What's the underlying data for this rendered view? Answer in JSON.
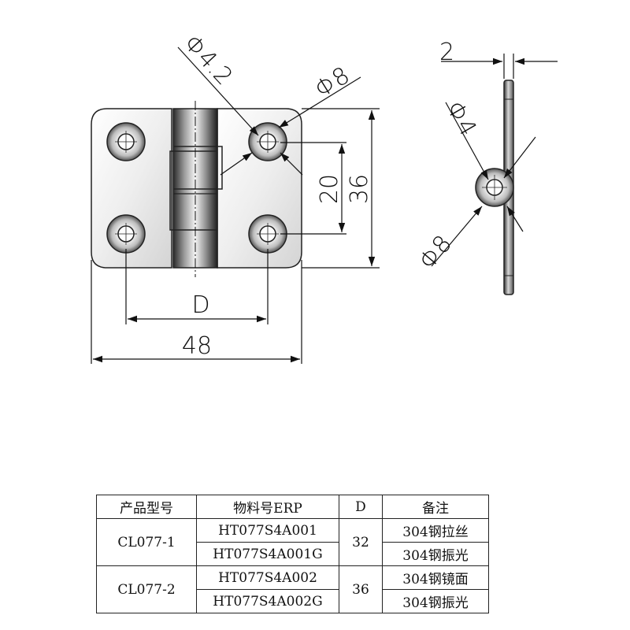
{
  "drawing": {
    "dim_hole_diameter_front": "Φ4.2",
    "dim_countersink_front": "Φ8",
    "dim_hole_spacing_v": "20",
    "dim_height": "36",
    "dim_hole_spacing_h": "D",
    "dim_width": "48",
    "dim_thickness": "2",
    "dim_hole_diameter_side": "Φ4",
    "dim_countersink_side": "Φ8"
  },
  "table": {
    "headers": [
      "产品型号",
      "物料号ERP",
      "D",
      "备注"
    ],
    "groups": [
      {
        "model": "CL077-1",
        "d": "32",
        "rows": [
          {
            "erp": "HT077S4A001",
            "note": "304钢拉丝"
          },
          {
            "erp": "HT077S4A001G",
            "note": "304钢振光"
          }
        ]
      },
      {
        "model": "CL077-2",
        "d": "36",
        "rows": [
          {
            "erp": "HT077S4A002",
            "note": "304钢镜面"
          },
          {
            "erp": "HT077S4A002G",
            "note": "304钢振光"
          }
        ]
      }
    ]
  }
}
